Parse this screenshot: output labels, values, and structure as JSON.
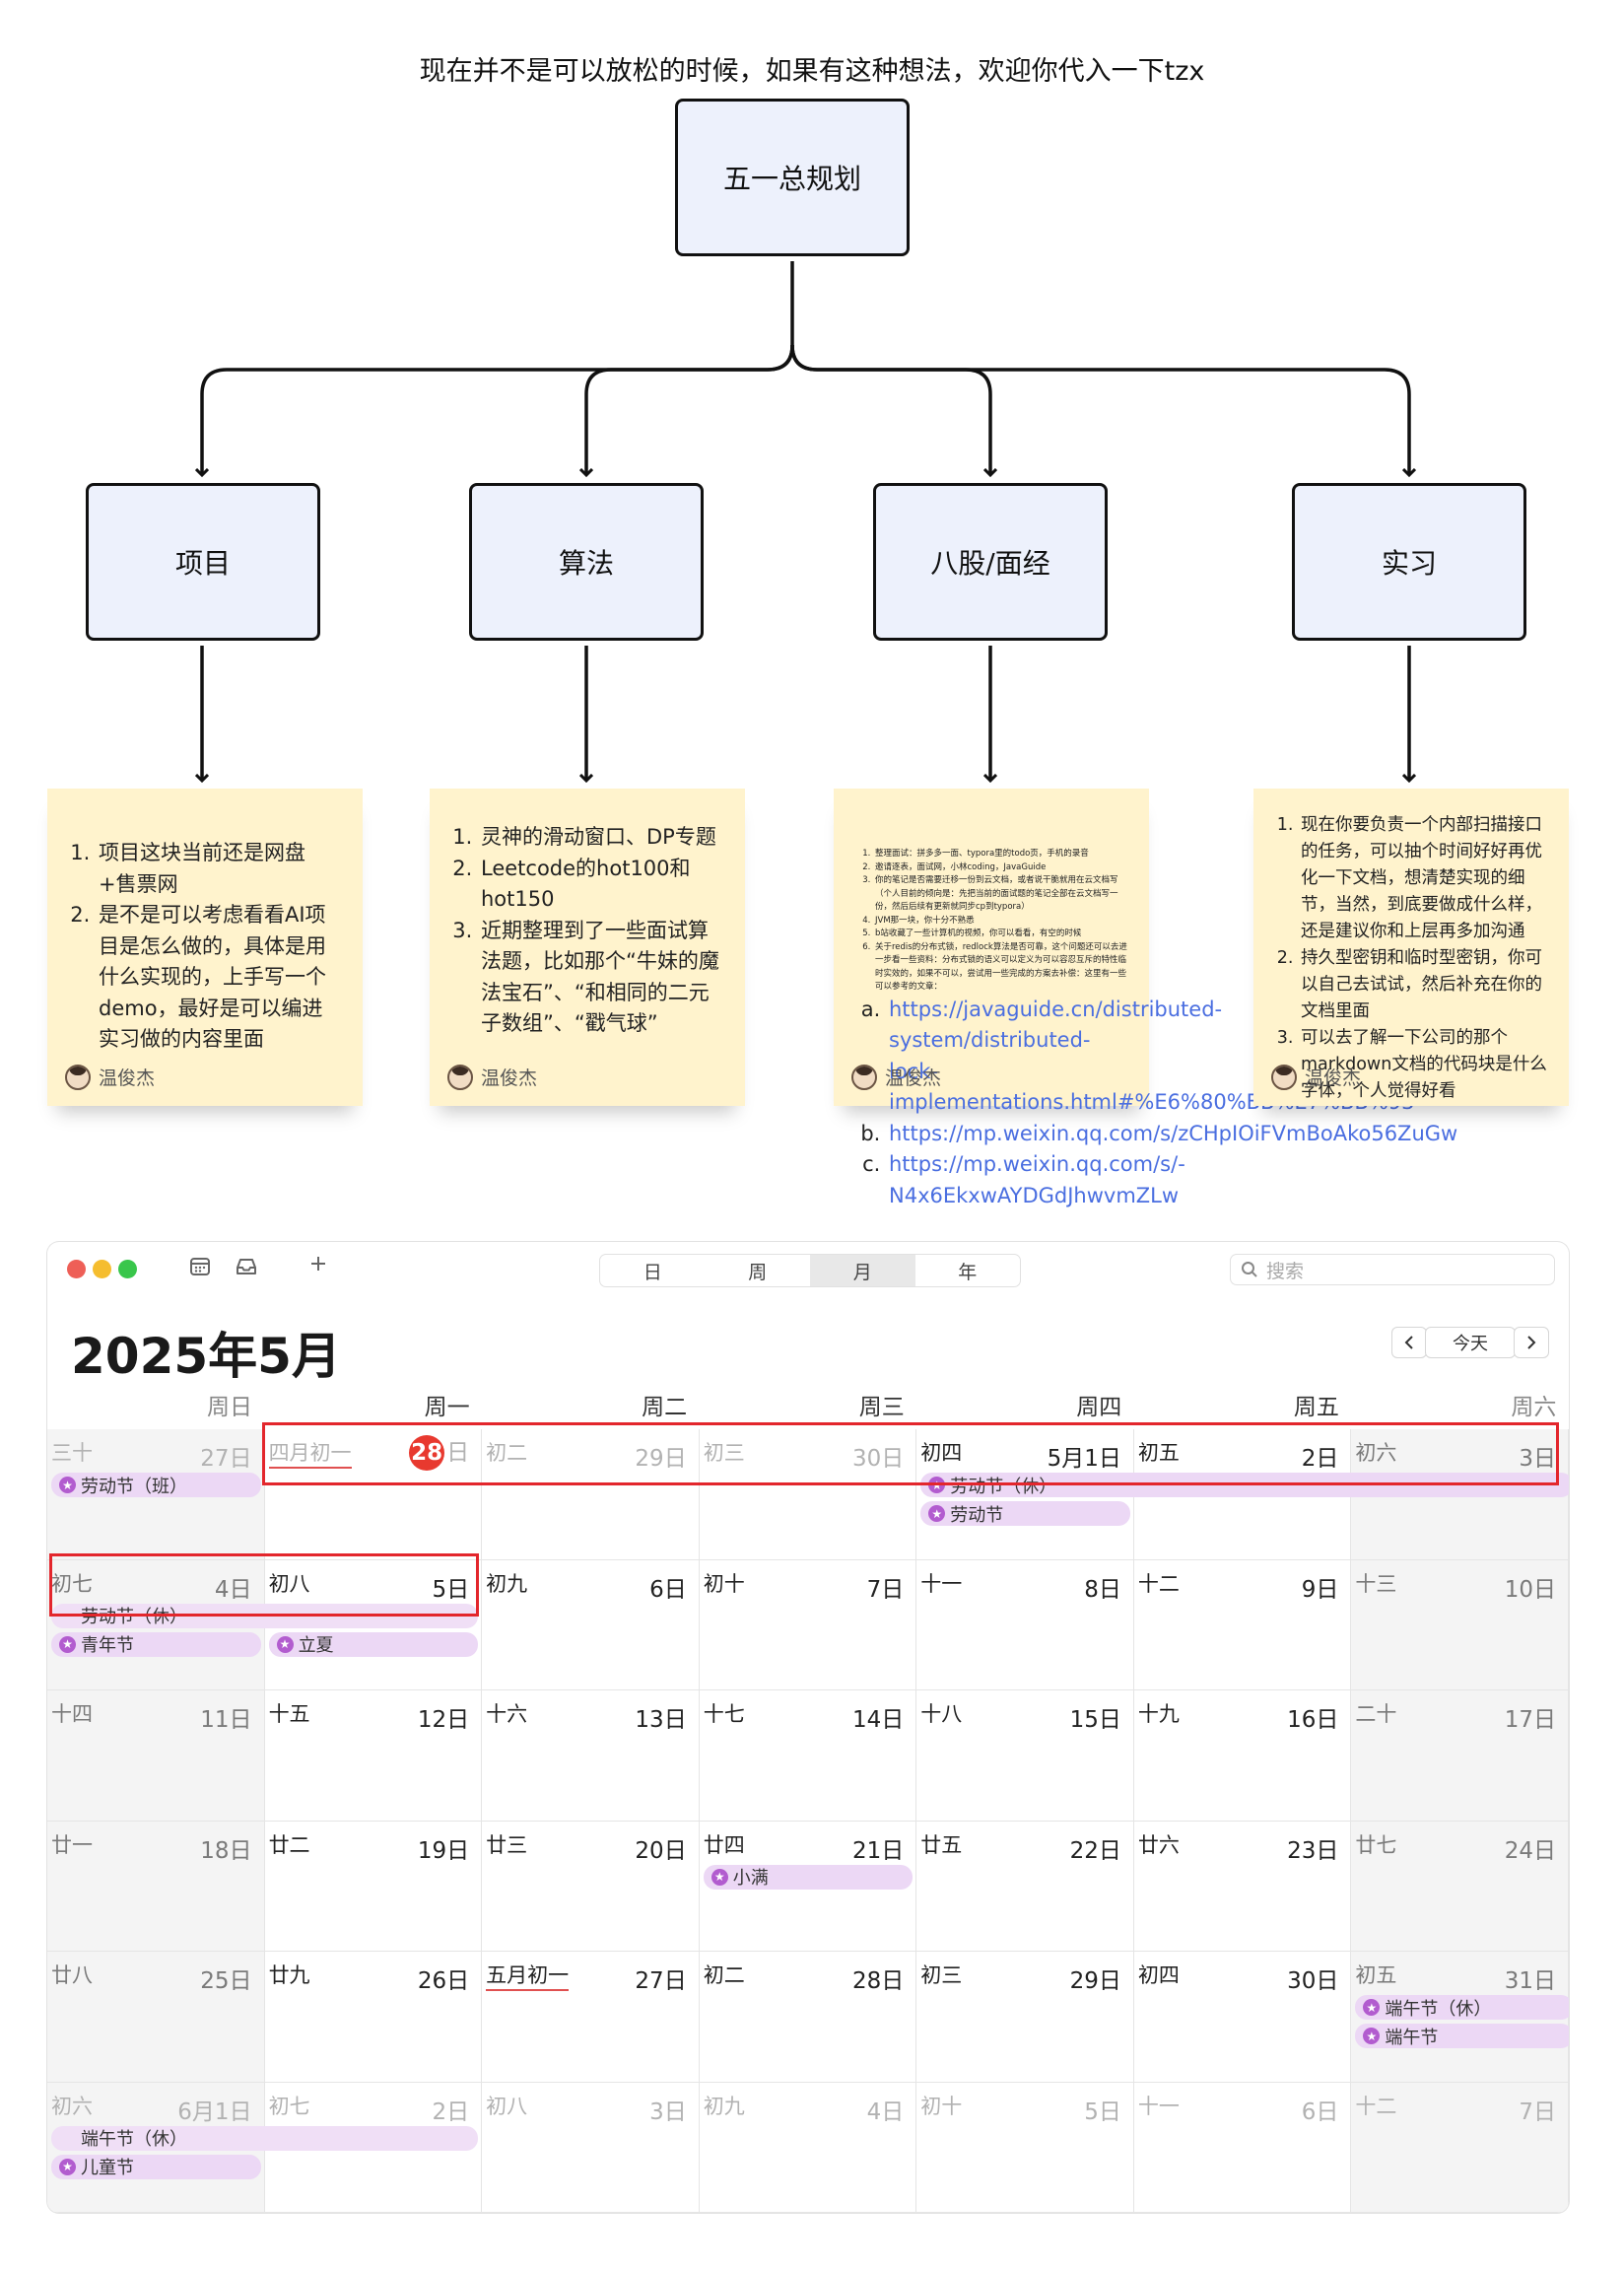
{
  "title": "现在并不是可以放松的时候，如果有这种想法，欢迎你代入一下tzx",
  "diagram": {
    "root": "五一总规划",
    "branches": [
      {
        "label": "项目",
        "note": {
          "items": [
            "项目这块当前还是网盘+售票网",
            "是不是可以考虑看看AI项目是怎么做的，具体是用什么实现的，上手写一个demo，最好是可以编进实习做的内容里面"
          ],
          "author": "温俊杰"
        }
      },
      {
        "label": "算法",
        "note": {
          "items": [
            "灵神的滑动窗口、DP专题",
            "Leetcode的hot100和hot150",
            "近期整理到了一些面试算法题，比如那个“牛妹的魔法宝石”、“和相同的二元子数组”、“戳气球”"
          ],
          "author": "温俊杰"
        }
      },
      {
        "label": "八股/面经",
        "note": {
          "items": [
            "整理面试：拼多多一面、typora里的todo页，手机的录音",
            "邀请逐表，面试网，小林coding，JavaGuide",
            "你的笔记是否需要迁移一份到云文档，或者说干脆就用在云文档写（个人目前的倾向是：先把当前的面试题的笔记全部在云文档写一份，然后后续有更新就同步cp到typora）",
            "JVM那一块，你十分不熟悉",
            "b站收藏了一些计算机的视频，你可以看看，有空的时候",
            "关于redis的分布式锁，redlock算法是否可靠，这个问题还可以去进一步看一些资料：分布式锁的语义可以定义为可以容忍互斥的特性临时实效的，如果不可以，尝试用一些完成的方案去补偿：这里有一些可以参考的文章："
          ],
          "links": [
            "https://javaguide.cn/distributed-system/distributed-lock-implementations.html#%E6%80%BB%E7%BB%93",
            "https://mp.weixin.qq.com/s/zCHpIOiFVmBoAko56ZuGw",
            "https://mp.weixin.qq.com/s/-N4x6EkxwAYDGdJhwvmZLw"
          ],
          "author": "温俊杰"
        }
      },
      {
        "label": "实习",
        "note": {
          "items": [
            "现在你要负责一个内部扫描接口的任务，可以抽个时间好好再优化一下文档，想清楚实现的细节，当然，到底要做成什么样，还是建议你和上层再多加沟通",
            "持久型密钥和临时型密钥，你可以自己去试试，然后补充在你的文档里面",
            "可以去了解一下公司的那个markdown文档的代码块是什么字体，个人觉得好看"
          ],
          "author": "温俊杰"
        }
      }
    ]
  },
  "calendar": {
    "view_tabs": [
      "日",
      "周",
      "月",
      "年"
    ],
    "active_view": "月",
    "search_placeholder": "搜索",
    "month_title": "2025年5月",
    "today_button": "今天",
    "prev_icon": "chevron-left-icon",
    "next_icon": "chevron-right-icon",
    "weekdays": [
      "周日",
      "周一",
      "周二",
      "周三",
      "周四",
      "周五",
      "周六"
    ],
    "weeks": [
      [
        {
          "lunar": "三十",
          "day": "27日",
          "other": true
        },
        {
          "lunar": "四月初一",
          "day": "28",
          "day_suffix": "日",
          "other": true,
          "today": true
        },
        {
          "lunar": "初二",
          "day": "29日",
          "other": true
        },
        {
          "lunar": "初三",
          "day": "30日",
          "other": true
        },
        {
          "lunar": "初四",
          "day": "5月1日"
        },
        {
          "lunar": "初五",
          "day": "2日"
        },
        {
          "lunar": "初六",
          "day": "3日"
        }
      ],
      [
        {
          "lunar": "初七",
          "day": "4日"
        },
        {
          "lunar": "初八",
          "day": "5日"
        },
        {
          "lunar": "初九",
          "day": "6日"
        },
        {
          "lunar": "初十",
          "day": "7日"
        },
        {
          "lunar": "十一",
          "day": "8日"
        },
        {
          "lunar": "十二",
          "day": "9日"
        },
        {
          "lunar": "十三",
          "day": "10日"
        }
      ],
      [
        {
          "lunar": "十四",
          "day": "11日"
        },
        {
          "lunar": "十五",
          "day": "12日"
        },
        {
          "lunar": "十六",
          "day": "13日"
        },
        {
          "lunar": "十七",
          "day": "14日"
        },
        {
          "lunar": "十八",
          "day": "15日"
        },
        {
          "lunar": "十九",
          "day": "16日"
        },
        {
          "lunar": "二十",
          "day": "17日"
        }
      ],
      [
        {
          "lunar": "廿一",
          "day": "18日"
        },
        {
          "lunar": "廿二",
          "day": "19日"
        },
        {
          "lunar": "廿三",
          "day": "20日"
        },
        {
          "lunar": "廿四",
          "day": "21日"
        },
        {
          "lunar": "廿五",
          "day": "22日"
        },
        {
          "lunar": "廿六",
          "day": "23日"
        },
        {
          "lunar": "廿七",
          "day": "24日"
        }
      ],
      [
        {
          "lunar": "廿八",
          "day": "25日"
        },
        {
          "lunar": "廿九",
          "day": "26日"
        },
        {
          "lunar": "五月初一",
          "day": "27日",
          "lunar_underline": true
        },
        {
          "lunar": "初二",
          "day": "28日"
        },
        {
          "lunar": "初三",
          "day": "29日"
        },
        {
          "lunar": "初四",
          "day": "30日"
        },
        {
          "lunar": "初五",
          "day": "31日"
        }
      ],
      [
        {
          "lunar": "初六",
          "day": "6月1日",
          "other": true
        },
        {
          "lunar": "初七",
          "day": "2日",
          "other": true
        },
        {
          "lunar": "初八",
          "day": "3日",
          "other": true
        },
        {
          "lunar": "初九",
          "day": "4日",
          "other": true
        },
        {
          "lunar": "初十",
          "day": "5日",
          "other": true
        },
        {
          "lunar": "十一",
          "day": "6日",
          "other": true
        },
        {
          "lunar": "十二",
          "day": "7日",
          "other": true
        }
      ]
    ],
    "events": [
      {
        "name": "劳动节（班）",
        "week": 0,
        "start": 0,
        "span": 1,
        "row": 0,
        "icon": true
      },
      {
        "name": "劳动节（休）",
        "week": 0,
        "start": 4,
        "span": 3,
        "row": 0,
        "icon": true
      },
      {
        "name": "劳动节",
        "week": 0,
        "start": 4,
        "span": 1,
        "row": 1,
        "icon": true
      },
      {
        "name": "劳动节（休）",
        "week": 1,
        "start": 0,
        "span": 2,
        "row": 0,
        "icon": false
      },
      {
        "name": "青年节",
        "week": 1,
        "start": 0,
        "span": 1,
        "row": 1,
        "icon": true
      },
      {
        "name": "立夏",
        "week": 1,
        "start": 1,
        "span": 1,
        "row": 1,
        "icon": true
      },
      {
        "name": "小满",
        "week": 3,
        "start": 3,
        "span": 1,
        "row": 0,
        "icon": true
      },
      {
        "name": "端午节（休）",
        "week": 4,
        "start": 6,
        "span": 1,
        "row": 0,
        "icon": true
      },
      {
        "name": "端午节",
        "week": 4,
        "start": 6,
        "span": 1,
        "row": 1,
        "icon": true
      },
      {
        "name": "端午节（休）",
        "week": 5,
        "start": 0,
        "span": 2,
        "row": 0,
        "icon": false
      },
      {
        "name": "儿童节",
        "week": 5,
        "start": 0,
        "span": 1,
        "row": 1,
        "icon": true
      }
    ],
    "colors": {
      "highlight": "#e3262c",
      "today": "#e8392f",
      "event": "#b25ccf"
    }
  }
}
